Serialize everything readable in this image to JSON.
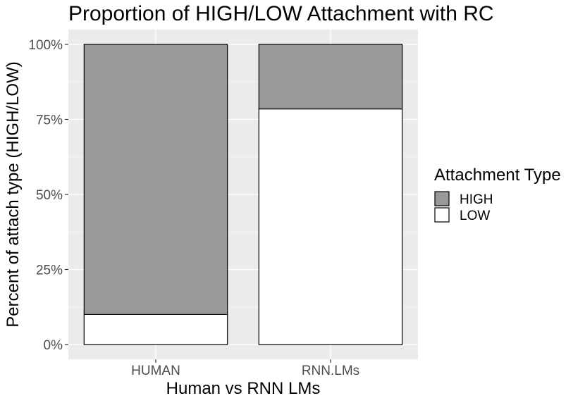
{
  "chart_data": {
    "type": "bar",
    "stacked": true,
    "percent": true,
    "title": "Proportion of HIGH/LOW Attachment with RC",
    "xlabel": "Human vs RNN LMs",
    "ylabel": "Percent of attach type (HIGH/LOW)",
    "categories": [
      "HUMAN",
      "RNN.LMs"
    ],
    "series": [
      {
        "name": "LOW",
        "values": [
          10,
          78.5
        ],
        "color": "#ffffff"
      },
      {
        "name": "HIGH",
        "values": [
          90,
          21.5
        ],
        "color": "#999999"
      }
    ],
    "ylim": [
      0,
      100
    ],
    "yticks": [
      0,
      25,
      50,
      75,
      100
    ],
    "ytick_labels": [
      "0%",
      "25%",
      "50%",
      "75%",
      "100%"
    ],
    "grid": true,
    "panel_background": "#ebebeb",
    "legend": {
      "title": "Attachment Type",
      "position": "right",
      "entries": [
        {
          "label": "HIGH",
          "color": "#999999"
        },
        {
          "label": "LOW",
          "color": "#ffffff"
        }
      ]
    }
  }
}
